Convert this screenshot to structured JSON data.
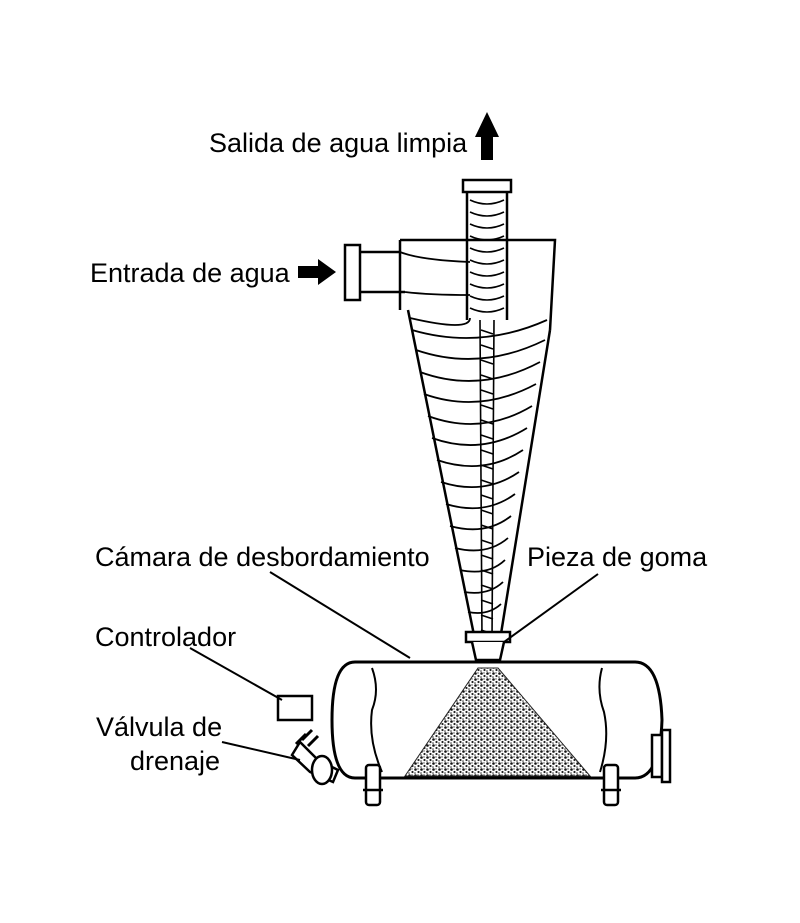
{
  "labels": {
    "outlet": "Salida de agua limpia",
    "inlet": "Entrada de agua",
    "overflow_chamber": "Cámara de desbordamiento",
    "rubber_piece": "Pieza de goma",
    "controller": "Controlador",
    "drain_valve_line1": "Válvula de",
    "drain_valve_line2": "drenaje"
  },
  "colors": {
    "ink": "#000000",
    "background": "#ffffff",
    "sediment": "#555555"
  }
}
